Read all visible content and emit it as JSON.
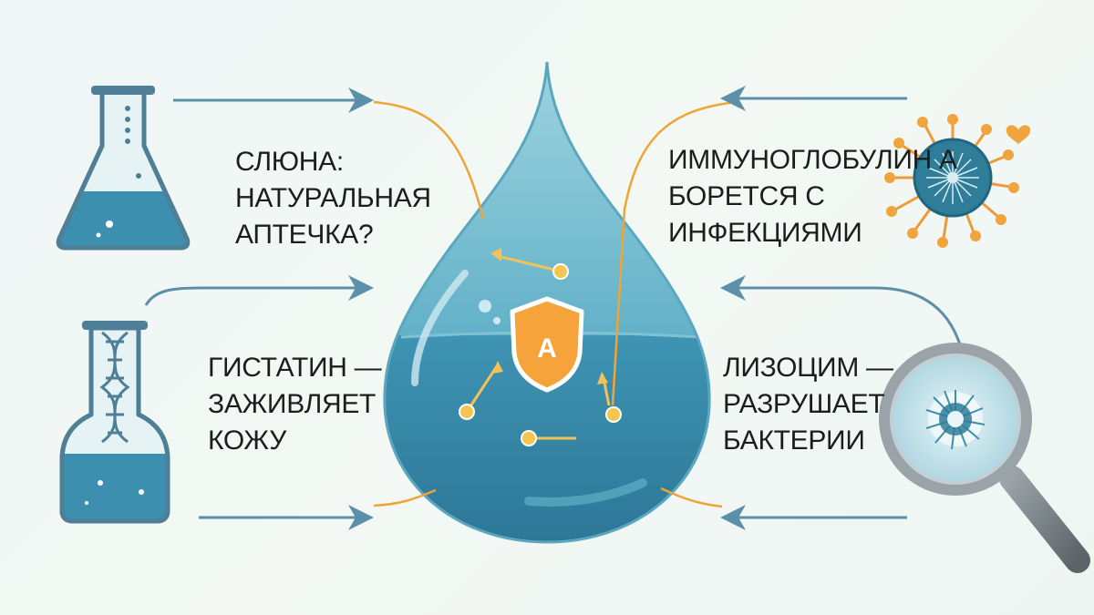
{
  "captions": {
    "saliva": [
      "СЛЮНА:",
      "НАТУРАЛЬНАЯ",
      "АПТЕЧКА?"
    ],
    "histatin": [
      "ГИСТАТИН —",
      "ЗАЖИВЛЯЕТ",
      "КОЖУ"
    ],
    "iga": [
      "ИММУНОГЛОБУЛИН А",
      "БОРЕТСЯ С",
      "ИНФЕКЦИЯМИ"
    ],
    "lysozyme": [
      "ЛИЗОЦИМ —",
      "РАЗРУШАЕТ",
      "БАКТЕРИИ"
    ]
  },
  "shield_letter": "A",
  "colors": {
    "water": "#3e8fae",
    "water_light": "#8fcbd9",
    "accent": "#f3a43a",
    "arrow": "#5c8fa8",
    "outline": "#4f7f97"
  },
  "icons": [
    "flask-icon",
    "test-tube-dna-icon",
    "virus-icon",
    "magnifier-bacteria-icon",
    "shield-icon",
    "water-drop-icon"
  ]
}
